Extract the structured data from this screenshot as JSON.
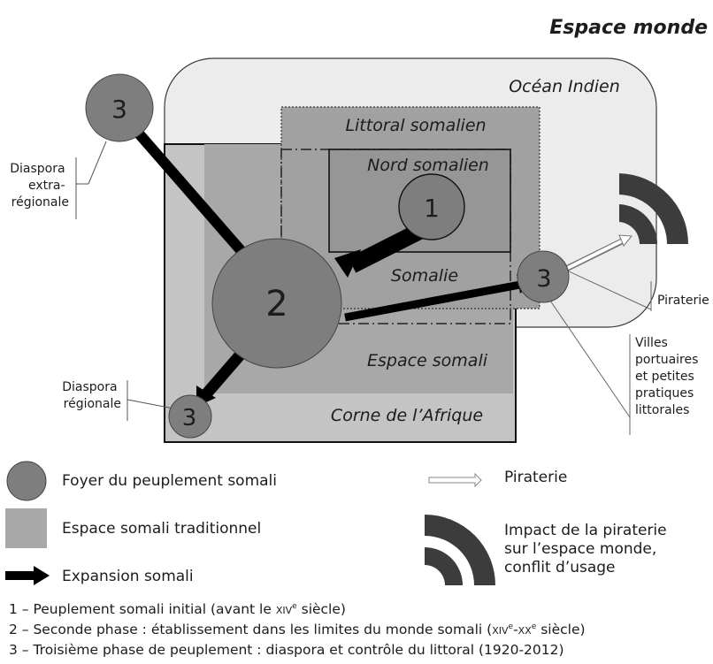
{
  "header": {
    "title": "Espace monde"
  },
  "diagram": {
    "ocean": "Océan Indien",
    "littoral": "Littoral somalien",
    "nord": "Nord somalien",
    "somalie": "Somalie",
    "espace": "Espace somali",
    "corne": "Corne de l’Afrique",
    "nodes": {
      "n1": "1",
      "n2": "2",
      "n3_top": "3",
      "n3_port": "3",
      "n3_bottom": "3"
    },
    "callouts": {
      "diaspora_extra": [
        "Diaspora",
        "extra-",
        "régionale"
      ],
      "diaspora_reg": [
        "Diaspora",
        "régionale"
      ],
      "piraterie": "Piraterie",
      "villes": [
        "Villes",
        "portuaires",
        "et petites",
        "pratiques",
        "littorales"
      ]
    }
  },
  "legend": {
    "foyer": "Foyer du peuplement somali",
    "espace_trad": "Espace somali traditionnel",
    "expansion": "Expansion somali",
    "piraterie": "Piraterie",
    "impact": [
      "Impact de la piraterie",
      "sur l’espace monde,",
      "conflit d’usage"
    ]
  },
  "notes": {
    "n1_text": "1 – Peuplement somali initial (avant le ",
    "n1_century": "xiv",
    "n1_sup": "e",
    "n1_tail": " siècle)",
    "n2_text": "2 – Seconde phase : établissement dans les limites du monde somali (",
    "n2_c1": "xiv",
    "n2_sup1": "e",
    "n2_dash": "-",
    "n2_c2": "xx",
    "n2_sup2": "e",
    "n2_tail": " siècle)",
    "n3_text": "3 – Troisième phase de peuplement : diaspora et contrôle du littoral (1920-2012)"
  },
  "colors": {
    "ocean": "#ececec",
    "corne": "#c4c4c4",
    "espace": "#a8a8a8",
    "littoral": "#a1a1a1",
    "nord": "#969696",
    "node": "#7e7e7e",
    "arrow": "#000000"
  }
}
